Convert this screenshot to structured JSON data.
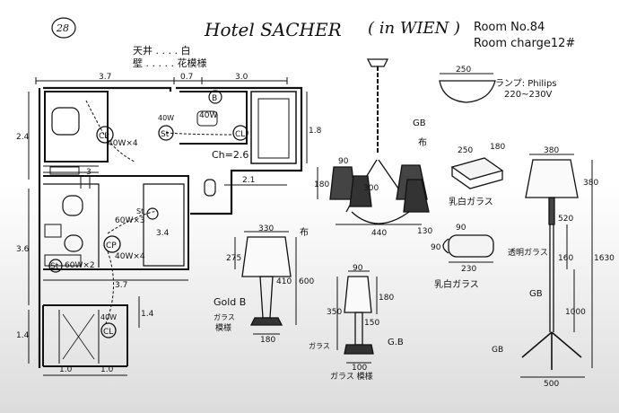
{
  "page_number": "28",
  "title": {
    "hotel": "Hotel SACHER",
    "city": "( in  WIEN )"
  },
  "room": {
    "number": "Room No.84",
    "charge": "Room charge12#"
  },
  "finish": {
    "ceiling": "天井 . . . . 白",
    "wall": "壁 . . . . . 花模様"
  },
  "plan": {
    "dim_top_left": "3.7",
    "dim_top_mid": "0.7",
    "dim_top_right": "3.0",
    "dim_left_a": "2.4",
    "dim_left_b": "3.6",
    "dim_left_c": "1.4",
    "dim_bath": "1.8",
    "dim_corr": "2.1",
    "dim_bed": "3.4",
    "dim_mid": "3.7",
    "dim_bottom_a": "1.0",
    "dim_bottom_b": "1.0",
    "dim_small": "1.4",
    "ceiling_height": "Ch=2.6",
    "fixtures": {
      "cp1": "CP",
      "cp1_w": "40W×4",
      "st1": "St",
      "b": "B",
      "b_w": "40W",
      "cl1": "CL",
      "w40a": "40W",
      "st2": "St",
      "w60": "60W×3",
      "cp2": "CP",
      "cp2_w": "40W×4",
      "st3": "St",
      "w60b": "60W×2",
      "cl2": "CL",
      "w40b": "40W",
      "num3": "3"
    }
  },
  "lamps": {
    "ceiling_bowl": {
      "dim": "250",
      "label": "ランプ: Philips",
      "voltage": "220~230V"
    },
    "chandelier": {
      "dim_w": "440",
      "dim_a": "90",
      "dim_b": "180",
      "dim_c": "300",
      "dim_d": "130",
      "gb": "GB",
      "note": "布"
    },
    "wall_box": {
      "dim_a": "250",
      "dim_b": "180",
      "label": "乳白ガラス"
    },
    "wall_box2": {
      "dim_a": "90",
      "dim_b": "230",
      "dim_c": "90",
      "label": "乳白ガラス"
    },
    "table_lamp1": {
      "dim_top": "330",
      "dim_h": "275",
      "dim_mid": "410",
      "dim_total": "600",
      "dim_base": "180",
      "shade": "布",
      "gold": "Gold B",
      "glass": "ガラス",
      "pattern": "模様"
    },
    "table_lamp2": {
      "dim_top": "90",
      "dim_a": "350",
      "dim_b": "180",
      "dim_c": "150",
      "dim_base": "100",
      "gb": "G.B",
      "glass": "ガラス",
      "pattern": "ガラス 模様"
    },
    "floor_lamp": {
      "dim_top": "380",
      "dim_shade": "380",
      "dim_a": "160",
      "dim_total": "1630",
      "dim_b": "520",
      "dim_c": "1000",
      "dim_base": "500",
      "glass_label": "透明ガラス",
      "gb1": "GB",
      "gb2": "GB"
    }
  }
}
